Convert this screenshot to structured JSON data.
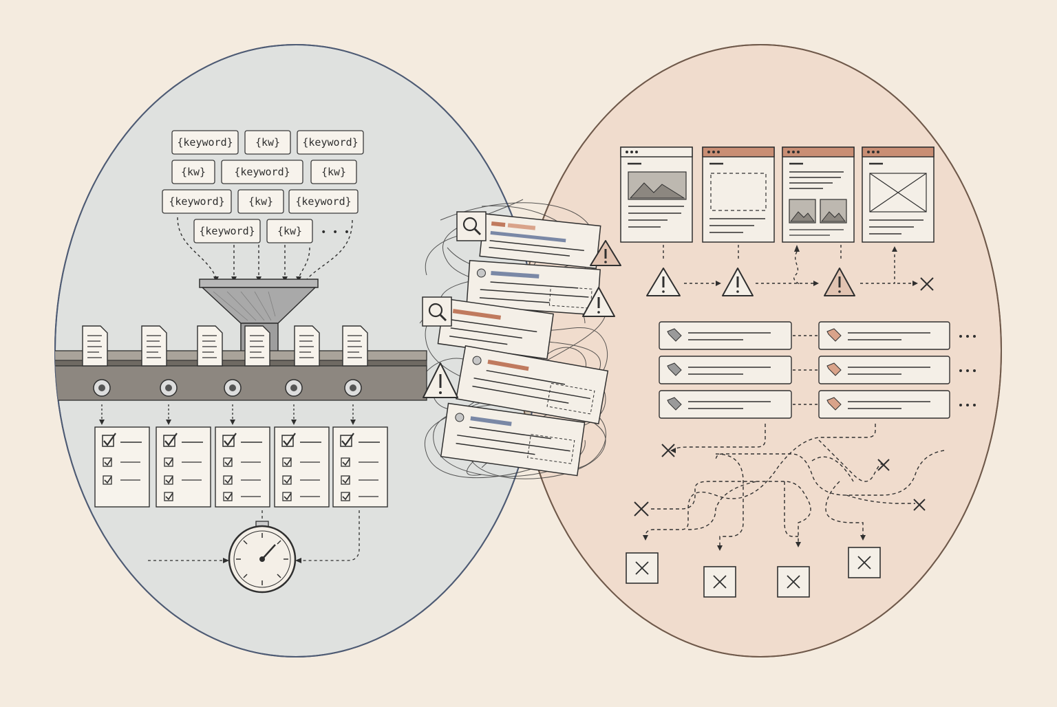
{
  "colors": {
    "background": "#f4ebdf",
    "left_circle_fill": "#dfe1df",
    "left_circle_stroke": "#4e5b74",
    "right_circle_fill": "#f0dccd",
    "right_circle_stroke": "#a8664a",
    "overlap_fill": "#cdbfad",
    "ink": "#2f2f2f",
    "accent_blue": "#7a88a6",
    "accent_rust": "#c07a5e"
  },
  "keywords": {
    "row1": [
      "{keyword}",
      "{kw}",
      "{keyword}"
    ],
    "row2": [
      "{kw}",
      "{keyword}",
      "{kw}"
    ],
    "row3": [
      "{keyword}",
      "{kw}",
      "{keyword}"
    ],
    "row4": [
      "{keyword}",
      "{kw}"
    ],
    "ellipsis": "• • •"
  },
  "icons": {
    "funnel": "funnel-icon",
    "document": "document-icon",
    "checklist": "checklist-icon",
    "stopwatch": "stopwatch-icon",
    "search": "search-icon",
    "warning": "warning-icon",
    "browser": "browser-window-icon",
    "tag": "tag-icon",
    "fail": "x-mark-icon",
    "fail_box": "x-box-icon"
  }
}
